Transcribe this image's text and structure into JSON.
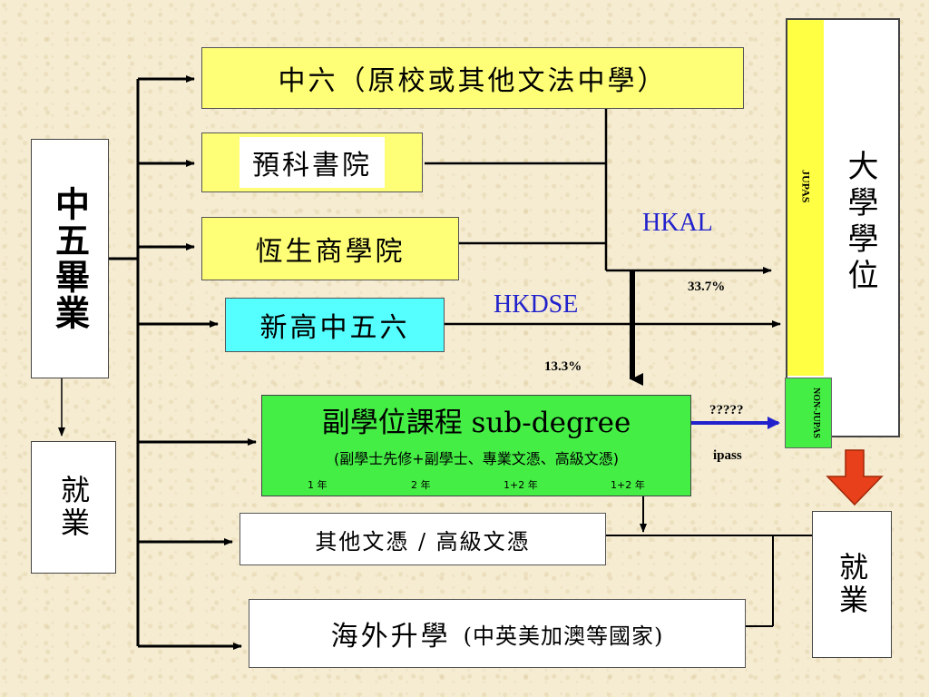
{
  "left_box": {
    "label": "中五畢業"
  },
  "left_employment": {
    "label": "就業"
  },
  "boxes": {
    "form6": "中六（原校或其他文法中學）",
    "matriculation": "預科書院",
    "hang_seng": "恆生商學院",
    "nss": "新高中五六",
    "subdegree_title": "副學位課程 sub-degree",
    "subdegree_sub": "(副學士先修+副學士、專業文憑、高級文憑)",
    "subdegree_years": [
      "1 年",
      "2 年",
      "1+2 年",
      "1+2 年"
    ],
    "other_diploma": "其他文憑 / 高級文憑",
    "overseas_main": "海外升學",
    "overseas_paren": "(中英美加澳等國家)"
  },
  "university": {
    "label": "大學學位",
    "jupas": "JUPAS",
    "non_jupas": "NON-JUPAS"
  },
  "right_employment": {
    "label": "就業"
  },
  "labels": {
    "hkal": "HKAL",
    "hkdse": "HKDSE",
    "pct_337": "33.7%",
    "pct_133": "13.3%",
    "question": "?????",
    "ipass": "ipass"
  },
  "colors": {
    "yellow_box": "#ffff77",
    "cyan_box": "#55ffff",
    "green_box": "#44ee44",
    "blue_label": "#2222cc",
    "red_arrow": "#e8401a"
  }
}
